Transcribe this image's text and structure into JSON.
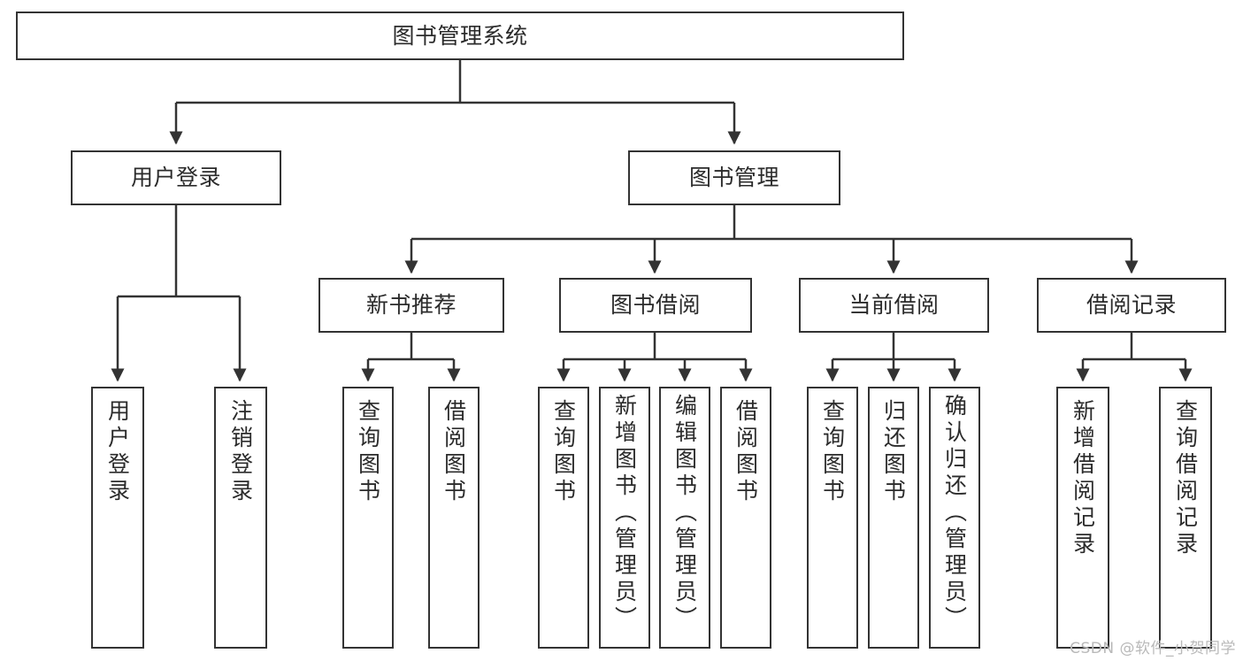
{
  "diagram": {
    "title": "图书管理系统",
    "type": "tree",
    "watermark": "CSDN @软件_小贺同学",
    "colors": {
      "stroke": "#333333",
      "fill": "#ffffff",
      "text": "#2b2b2b",
      "watermark": "#b9b9b9"
    },
    "nodes": {
      "root": {
        "label": "图书管理系统"
      },
      "level2": [
        {
          "label": "用户登录"
        },
        {
          "label": "图书管理"
        }
      ],
      "level3": [
        {
          "label": "新书推荐"
        },
        {
          "label": "图书借阅"
        },
        {
          "label": "当前借阅"
        },
        {
          "label": "借阅记录"
        }
      ],
      "leaves_user_login": [
        {
          "label": "用户登录"
        },
        {
          "label": "注销登录"
        }
      ],
      "leaves_new_books": [
        {
          "label": "查询图书"
        },
        {
          "label": "借阅图书"
        }
      ],
      "leaves_borrow": [
        {
          "label": "查询图书"
        },
        {
          "label": "新增图书（管理员）"
        },
        {
          "label": "编辑图书（管理员）"
        },
        {
          "label": "借阅图书"
        }
      ],
      "leaves_current": [
        {
          "label": "查询图书"
        },
        {
          "label": "归还图书"
        },
        {
          "label": "确认归还（管理员）"
        }
      ],
      "leaves_records": [
        {
          "label": "新增借阅记录"
        },
        {
          "label": "查询借阅记录"
        }
      ]
    }
  }
}
